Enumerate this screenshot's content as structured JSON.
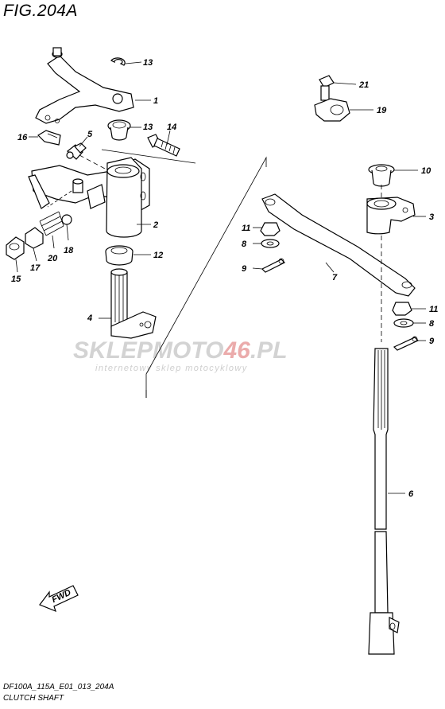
{
  "title": "FIG.204A",
  "caption": {
    "code": "DF100A_115A_E01_013_204A",
    "name": "CLUTCH SHAFT"
  },
  "watermark": {
    "brand_left": "SKLEPMOTO",
    "brand_num": "46",
    "brand_right": ".PL",
    "tagline": "internetowy sklep motocyklowy"
  },
  "fwd_label": "FWD",
  "callouts": [
    "13",
    "1",
    "13",
    "14",
    "5",
    "16",
    "2",
    "12",
    "4",
    "15",
    "17",
    "20",
    "18",
    "21",
    "19",
    "10",
    "3",
    "11",
    "8",
    "9",
    "7",
    "11",
    "8",
    "9",
    "6"
  ],
  "colors": {
    "line": "#000000",
    "watermark_gray": "#c8c8c8",
    "watermark_red": "#e8a0a0"
  }
}
